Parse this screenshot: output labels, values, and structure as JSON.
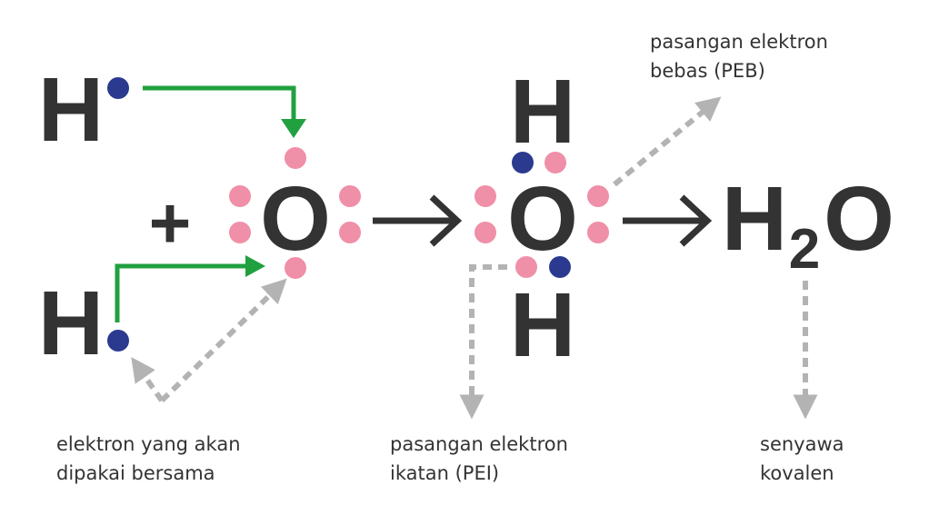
{
  "colors": {
    "text": "#333333",
    "shared_electron": "#2b3a8f",
    "lone_electron": "#ef8fa8",
    "green_arrow": "#21a040",
    "dashed_arrow": "#b3b3b3"
  },
  "atoms": {
    "h_top": "H",
    "h_left_bottom": "H",
    "o_left": "O",
    "o_right": "O",
    "h_right_top": "H",
    "h_right_bottom": "H"
  },
  "symbols": {
    "plus": "+"
  },
  "product": {
    "h": "H",
    "subscript": "2",
    "o": "O"
  },
  "captions": {
    "shared": {
      "line1": "elektron yang akan",
      "line2": "dipakai bersama"
    },
    "pei": {
      "line1": "pasangan elektron",
      "line2": "ikatan (PEI)"
    },
    "peb": {
      "line1": "pasangan elektron",
      "line2": "bebas (PEB)"
    },
    "covalent": {
      "line1": "senyawa",
      "line2": "kovalen"
    }
  }
}
